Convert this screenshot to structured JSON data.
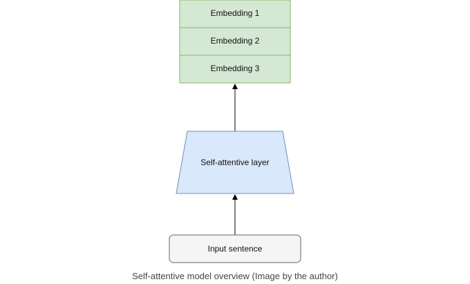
{
  "diagram": {
    "embeddings": [
      "Embedding 1",
      "Embedding 2",
      "Embedding 3"
    ],
    "layer_label": "Self-attentive layer",
    "input_label": "Input sentence"
  },
  "caption": "Self-attentive model overview (Image by the author)",
  "colors": {
    "embedding_fill": "#d5e8d4",
    "embedding_stroke": "#82b366",
    "layer_fill": "#dae8fc",
    "layer_stroke": "#6c8ebf",
    "input_fill": "#f5f5f5",
    "input_stroke": "#666666",
    "arrow": "#000000"
  }
}
